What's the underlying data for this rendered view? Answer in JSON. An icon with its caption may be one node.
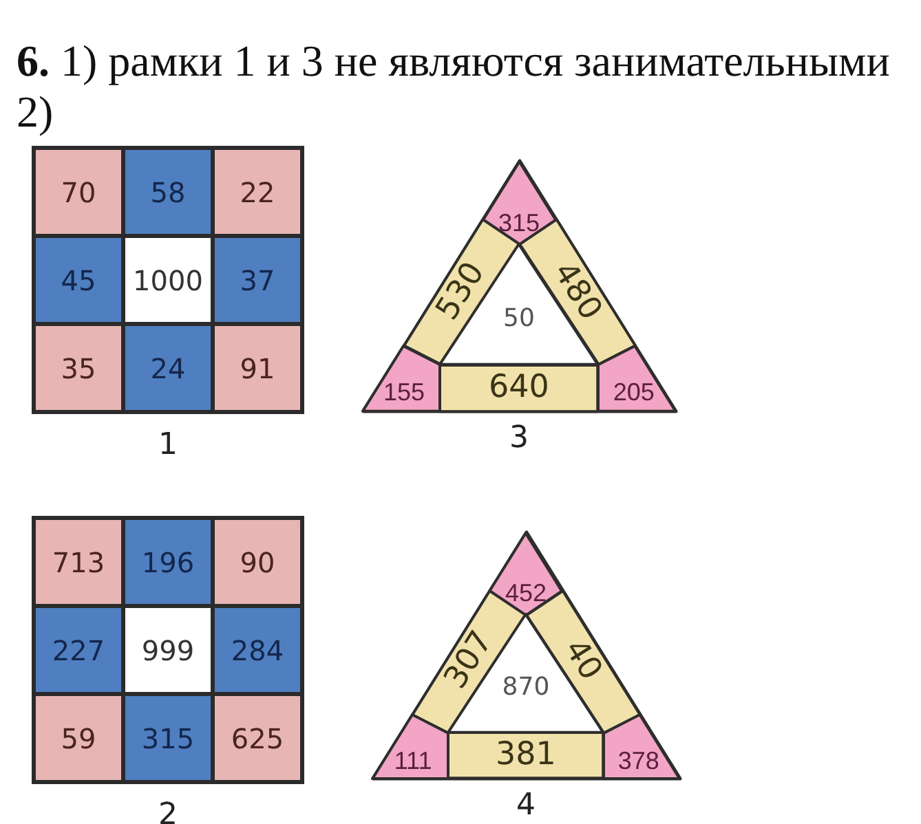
{
  "diagram": {
    "title": "**6.** 1) рамки 1 и 3 не являются занимательными",
    "nodes": [
      {
        "text": [],
        "shape": "box",
        "beside": [
          "1"
        ]
      },
      {
        "text": [
          "70"
        ],
        "in": 0
      },
      {
        "text": [
          "58"
        ],
        "in": 0
      },
      {
        "text": [
          "22"
        ],
        "in": 0
      },
      {
        "text": [
          "45"
        ],
        "in": 0
      },
      {
        "text": [
          "1000"
        ],
        "in": 0
      },
      {
        "text": [
          "37"
        ],
        "in": 0
      },
      {
        "text": [
          "35"
        ],
        "in": 0
      },
      {
        "text": [
          "24"
        ],
        "in": 0
      },
      {
        "text": [
          "91"
        ],
        "in": 0
      },
      {
        "text": [],
        "shape": "triangle",
        "beside": [
          "3"
        ]
      },
      {
        "text": [
          "315"
        ],
        "in": 10
      },
      {
        "text": [
          "530"
        ],
        "in": 10
      },
      {
        "text": [
          "480"
        ],
        "in": 10
      },
      {
        "text": [
          "50"
        ],
        "in": 10
      },
      {
        "text": [
          "155"
        ],
        "in": 10
      },
      {
        "text": [
          "640"
        ],
        "in": 10
      },
      {
        "text": [
          "205"
        ],
        "in": 10
      },
      {
        "text": [],
        "shape": "box",
        "beside": [
          "2"
        ]
      },
      {
        "text": [
          "713"
        ],
        "in": 18
      },
      {
        "text": [
          "196"
        ],
        "in": 18
      },
      {
        "text": [
          "90"
        ],
        "in": 18
      },
      {
        "text": [
          "227"
        ],
        "in": 18
      },
      {
        "text": [
          "999"
        ],
        "in": 18
      },
      {
        "text": [
          "284"
        ],
        "in": 18
      },
      {
        "text": [
          "59"
        ],
        "in": 18
      },
      {
        "text": [
          "315"
        ],
        "in": 18
      },
      {
        "text": [
          "625"
        ],
        "in": 18
      },
      {
        "text": [],
        "shape": "triangle",
        "beside": [
          "4"
        ]
      },
      {
        "text": [
          "452"
        ],
        "in": 28
      },
      {
        "text": [
          "307"
        ],
        "in": 28
      },
      {
        "text": [
          "40"
        ],
        "in": 28
      },
      {
        "text": [
          "870"
        ],
        "in": 28
      },
      {
        "text": [
          "111"
        ],
        "in": 28
      },
      {
        "text": [
          "381"
        ],
        "in": 28
      },
      {
        "text": [
          "378"
        ],
        "in": 28
      }
    ],
    "labels": [
      "2)"
    ]
  }
}
